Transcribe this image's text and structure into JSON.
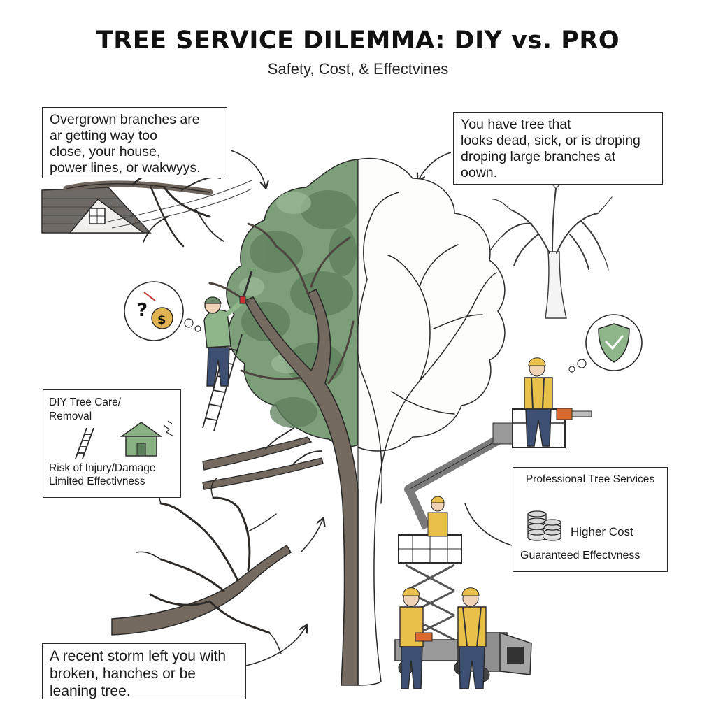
{
  "header": {
    "title": "TREE SERVICE DILEMMA: DIY vs. PRO",
    "subtitle": "Safety, Cost, & Effectvines"
  },
  "notes": {
    "overgrown": [
      "Overgrown branches are",
      "ar getting way too",
      "close, your house,",
      "power lines, or wakwyys."
    ],
    "dead_tree": [
      "You have tree that",
      "looks dead, sick, or is droping",
      "droping large branches at",
      "oown."
    ],
    "storm": [
      "A recent storm left you with",
      "broken, hanches or be",
      "leaning tree."
    ]
  },
  "diy_panel": {
    "title_line1": "DIY Tree Care/",
    "title_line2": "Removal",
    "risk": "Risk of Injury/Damage",
    "effectiveness": "Limited Effectivness",
    "icons": [
      "ladder-icon",
      "house-icon"
    ]
  },
  "pro_panel": {
    "title": "Professional Tree Services",
    "cost": "Higher Cost",
    "effectiveness": "Guaranteed Effectvness",
    "icons": [
      "coin-stack-icon"
    ]
  },
  "bubbles": {
    "diy_thought": "?",
    "diy_currency": "$"
  },
  "colors": {
    "foliage_green": "#7c9e79",
    "foliage_dark": "#5d7f5c",
    "trunk_brown": "#756a5f",
    "outline": "#2a2a2a",
    "worker_yellow": "#e9c04a",
    "shield_green": "#8fb58a",
    "house_green": "#8ab183",
    "coin_gray": "#d9d9d9"
  }
}
